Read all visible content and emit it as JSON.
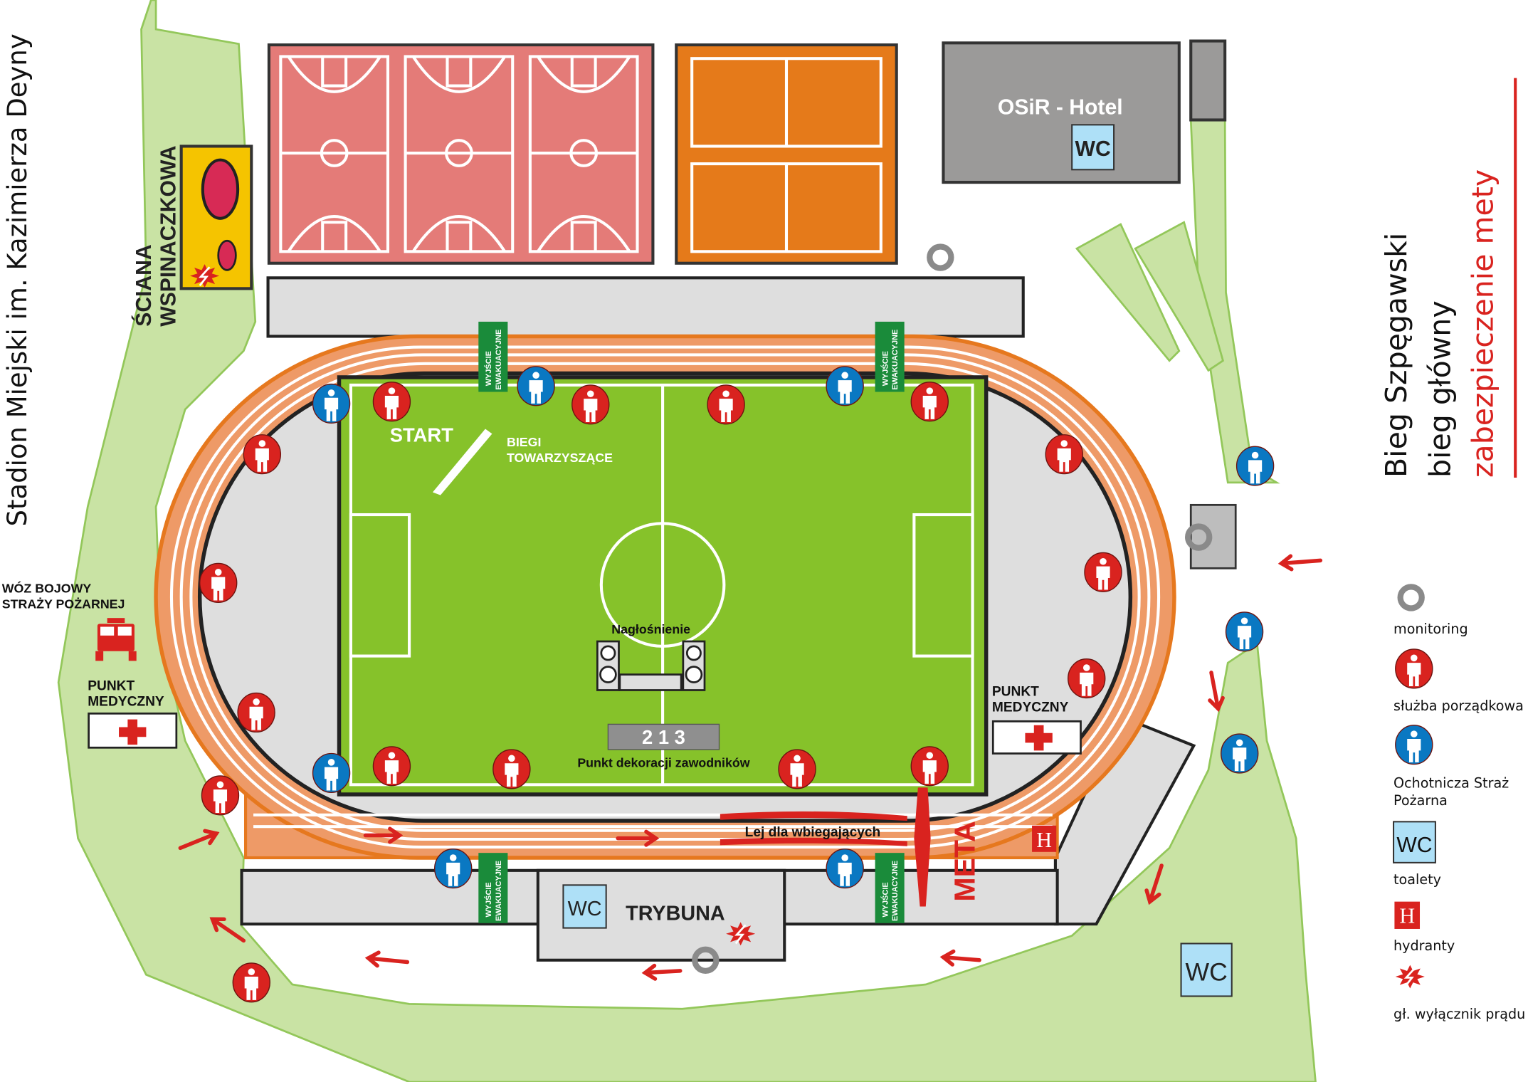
{
  "title": {
    "line1": "Bieg Szpęgawski",
    "line2": "bieg główny",
    "line3": "zabezpieczenie mety"
  },
  "stadium_name": "Stadion Miejski im. Kazimierza Deyny",
  "labels": {
    "climbing_wall_1": "ŚCIANA",
    "climbing_wall_2": "WSPINACZKOWA",
    "hotel": "OSiR - Hotel",
    "wc": "WC",
    "start": "START",
    "side_races_1": "BIEGI",
    "side_races_2": "TOWARZYSZĄCE",
    "sound": "Nagłośnienie",
    "podium": "2 1 3",
    "podium_caption": "Punkt dekoracji zawodników",
    "funnel": "Lej dla wbiegających",
    "finish": "META",
    "tribune": "TRYBUNA",
    "fire_truck_1": "WÓZ BOJOWY",
    "fire_truck_2": "STRAŻY POŻARNEJ",
    "medical_1": "PUNKT",
    "medical_2": "MEDYCZNY",
    "exit_1": "WYJŚCIE",
    "exit_2": "EWAKUACYJNE",
    "hydrant": "H"
  },
  "legend": [
    {
      "icon": "monitoring-icon",
      "label": "monitoring"
    },
    {
      "icon": "security-staff-icon",
      "label": "służba porządkowa"
    },
    {
      "icon": "fire-brigade-icon",
      "label": "Ochotnicza Straż",
      "label2": "Pożarna"
    },
    {
      "icon": "toilet-icon",
      "label": "toalety",
      "symbol": "WC"
    },
    {
      "icon": "hydrant-icon",
      "label": "hydranty",
      "symbol": "H"
    },
    {
      "icon": "power-switch-icon",
      "label": "gł. wyłącznik prądu"
    }
  ],
  "colors": {
    "security": "#d9231f",
    "fire_brigade": "#0a78c2",
    "grass": "#86c22a",
    "park": "#c9e3a4",
    "track": "#ee9a67",
    "track_edge": "#e6781e",
    "basketball": "#e47b78",
    "tennis": "#e57a1a",
    "exit_green": "#1a8b3a"
  }
}
